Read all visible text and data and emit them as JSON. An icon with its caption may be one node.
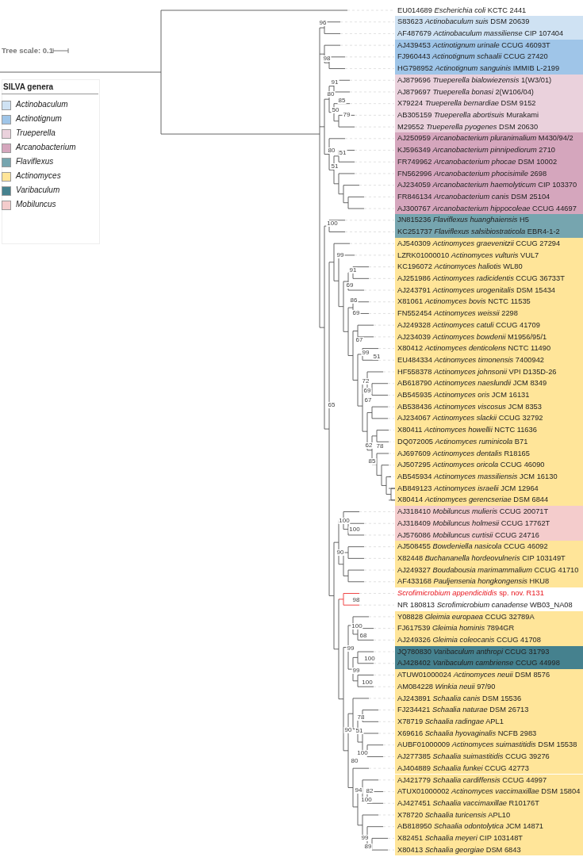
{
  "diagram": {
    "nodes": [
      {
        "text": [
          "EU014689 *Escherichia coli* KCTC 2441"
        ]
      },
      {
        "text": [
          "S83623 *Actinobaculum suis* DSM 20639"
        ]
      },
      {
        "text": [
          "AF487679 *Actinobaculum massiliense* CIP 107404"
        ]
      },
      {
        "text": [
          "AJ439453 *Actinotignum urinale* CCUG 46093T"
        ]
      },
      {
        "text": [
          "FJ960443 *Actinotignum schaalii* CCUG 27420"
        ]
      },
      {
        "text": [
          "HG798952 *Actinotignum sanguinis* IMMIB L-2199"
        ]
      },
      {
        "text": [
          "AJ879696 *Trueperella bialowiezensis* 1(W3/01)"
        ]
      },
      {
        "text": [
          "AJ879697 *Trueperella bonasi* 2(W106/04)"
        ]
      },
      {
        "text": [
          "X79224 *Trueperella bernardiae* DSM 9152"
        ]
      },
      {
        "text": [
          "AB305159 *Trueperella abortisuis* Murakami"
        ]
      },
      {
        "text": [
          "M29552 *Trueperella pyogenes* DSM 20630"
        ]
      },
      {
        "text": [
          "AJ250959 *Arcanobacterium pluranimalium* M430/94/2"
        ]
      },
      {
        "text": [
          "KJ596349 *Arcanobacterium pinnipediorum* 2710"
        ]
      },
      {
        "text": [
          "FR749962 *Arcanobacterium phocae* DSM 10002"
        ]
      },
      {
        "text": [
          "FN562996 *Arcanobacterium phocisimile* 2698"
        ]
      },
      {
        "text": [
          "AJ234059 *Arcanobacterium haemolyticum* CIP 103370"
        ]
      },
      {
        "text": [
          "FR846134 *Arcanobacterium canis* DSM 25104"
        ]
      },
      {
        "text": [
          "AJ300767 *Arcanobacterium hippocoleae* CCUG 44697"
        ]
      },
      {
        "text": [
          "JN815236 *Flaviflexus huanghaiensis* H5"
        ]
      },
      {
        "text": [
          "KC251737 *Flaviflexus salsibiostraticola* EBR4-1-2"
        ]
      },
      {
        "text": [
          "AJ540309 *Actinomyces graevenitzii* CCUG 27294"
        ]
      },
      {
        "text": [
          "LZRK01000010 *Actinomyces vulturis* VUL7"
        ]
      },
      {
        "text": [
          "KC196072 *Actinomyces haliotis* WL80"
        ]
      },
      {
        "text": [
          "AJ251986 *Actinomyces radicidentis* CCUG 36733T"
        ]
      },
      {
        "text": [
          "AJ243791 *Actinomyces urogenitalis* DSM 15434"
        ]
      },
      {
        "text": [
          "X81061 *Actinomyces bovis* NCTC 11535"
        ]
      },
      {
        "text": [
          "FN552454 *Actinomyces weissii* 2298"
        ]
      },
      {
        "text": [
          "AJ249328 *Actinomyces catuli* CCUG 41709"
        ]
      },
      {
        "text": [
          "AJ234039 *Actinomyces bowdenii* M1956/95/1"
        ]
      },
      {
        "text": [
          "X80412 *Actinomyces denticolens* NCTC 11490"
        ]
      },
      {
        "text": [
          "EU484334 *Actinomyces timonensis* 7400942"
        ]
      },
      {
        "text": [
          "HF558378 *Actinomyces johnsonii* VPI D135D-26"
        ]
      },
      {
        "text": [
          "AB618790 *Actinomyces naeslundii* JCM 8349"
        ]
      },
      {
        "text": [
          "AB545935 *Actinomyces oris* JCM 16131"
        ]
      },
      {
        "text": [
          "AB538436 *Actinomyces viscosus* JCM 8353"
        ]
      },
      {
        "text": [
          "AJ234067 *Actinomyces slackii* CCUG 32792"
        ]
      },
      {
        "text": [
          "X80411 *Actinomyces howellii* NCTC 11636"
        ]
      },
      {
        "text": [
          "DQ072005 *Actinomyces ruminicola* B71"
        ]
      },
      {
        "text": [
          "AJ697609 *Actinomyces dentalis* R18165"
        ]
      },
      {
        "text": [
          "AJ507295 *Actinomyces oricola* CCUG 46090"
        ]
      },
      {
        "text": [
          "AB545934 *Actinomyces massiliensis* JCM 16130"
        ]
      },
      {
        "text": [
          "AB849123 *Actinomyces israelii* JCM 12964"
        ]
      },
      {
        "text": [
          "X80414 *Actinomyces gerencseriae* DSM 6844"
        ]
      },
      {
        "text": [
          "AJ318410 *Mobiluncus mulieris* CCUG 20071T"
        ]
      },
      {
        "text": [
          "AJ318409 *Mobiluncus holmesii* CCUG 17762T"
        ]
      },
      {
        "text": [
          "AJ576086 *Mobiluncus curtisii* CCUG 24716"
        ]
      },
      {
        "text": [
          "AJ508455 *Bowdeniella nasicola* CCUG 46092"
        ]
      },
      {
        "text": [
          "X82448 *Buchananella hordeovulneris* CIP 103149T"
        ]
      },
      {
        "text": [
          "AJ249327 *Boudabousia marimammalium* CCUG 41710"
        ]
      },
      {
        "text": [
          "AF433168 *Pauljensenia hongkongensis* HKU8"
        ]
      },
      {
        "text": [
          "*Scrofimicrobium appendicitidis* sp. nov. R131"
        ]
      },
      {
        "text": [
          "NR 180813 *Scrofimicrobium canadense* WB03_NA08"
        ]
      },
      {
        "text": [
          "Y08828 *Gleimia europaea* CCUG 32789A"
        ]
      },
      {
        "text": [
          "FJ617539 *Gleimia hominis* 7894GR"
        ]
      },
      {
        "text": [
          "AJ249326 *Gleimia coleocanis* CCUG 41708"
        ]
      },
      {
        "text": [
          "JQ780830 *Varibaculum anthropi* CCUG 31793"
        ]
      },
      {
        "text": [
          "AJ428402 *Varibaculum cambriense* CCUG 44998"
        ]
      },
      {
        "text": [
          "ATUW01000024 *Actinomyces neuii* DSM 8576"
        ]
      },
      {
        "text": [
          "AM084228 *Winkia neuii* 97/90"
        ]
      },
      {
        "text": [
          "AJ243891 *Schaalia canis* DSM 15536"
        ]
      },
      {
        "text": [
          "FJ234421 *Schaalia naturae* DSM 26713"
        ]
      },
      {
        "text": [
          "X78719 *Schaalia radingae* APL1"
        ]
      },
      {
        "text": [
          "X69616 *Schaalia hyovaginalis* NCFB 2983"
        ]
      },
      {
        "text": [
          "AUBF01000009 *Actinomyces suimastitidis* DSM 15538"
        ]
      },
      {
        "text": [
          "AJ277385 *Schaalia suimastitidis* CCUG 39276"
        ]
      },
      {
        "text": [
          "AJ404889 *Schaalia funkei* CCUG 42773"
        ]
      },
      {
        "text": [
          "AJ421779 *Schaalia cardiffensis* CCUG 44997"
        ]
      },
      {
        "text": [
          "ATUX01000002 *Actinomyces vaccimaxillae* DSM 15804"
        ]
      },
      {
        "text": [
          "AJ427451 *Schaalia vaccimaxillae* R10176T"
        ]
      },
      {
        "text": [
          "X78720 *Schaalia turicensis* APL10"
        ]
      },
      {
        "text": [
          "AB818950 *Schaalia odontolytica* JCM 14871"
        ]
      },
      {
        "text": [
          "X82451 *Schaalia meyeri* CIP 103148T"
        ]
      },
      {
        "text": [
          "X80413 *Schaalia georgiae* DSM 6843"
        ]
      }
    ],
    "labels": [
      "Tree scale: 0.1",
      "SILVA genera",
      "96",
      "98",
      "91",
      "80",
      "85",
      "50",
      "79",
      "80",
      "51",
      "51",
      "100",
      "99",
      "91",
      "69",
      "86",
      "69",
      "67",
      "99",
      "51",
      "72",
      "69",
      "67",
      "65",
      "62",
      "78",
      "85",
      "100",
      "100",
      "90",
      "98",
      "100",
      "68",
      "99",
      "100",
      "99",
      "100",
      "78",
      "90",
      "51",
      "100",
      "80",
      "94",
      "82",
      "100",
      "99",
      "89"
    ],
    "legend": [
      {
        "text": "Actinobaculum",
        "color": "#cfe2f3"
      },
      {
        "text": "Actinotignum",
        "color": "#9fc5e8"
      },
      {
        "text": "Trueperella",
        "color": "#ead1dc"
      },
      {
        "text": "Arcanobacterium",
        "color": "#d5a6bd"
      },
      {
        "text": "Flaviflexus",
        "color": "#76a5af"
      },
      {
        "text": "Actinomyces",
        "color": "#ffe599"
      },
      {
        "text": "Varibaculum",
        "color": "#45818e"
      },
      {
        "text": "Mobiluncus",
        "color": "#f4cccc"
      }
    ]
  }
}
